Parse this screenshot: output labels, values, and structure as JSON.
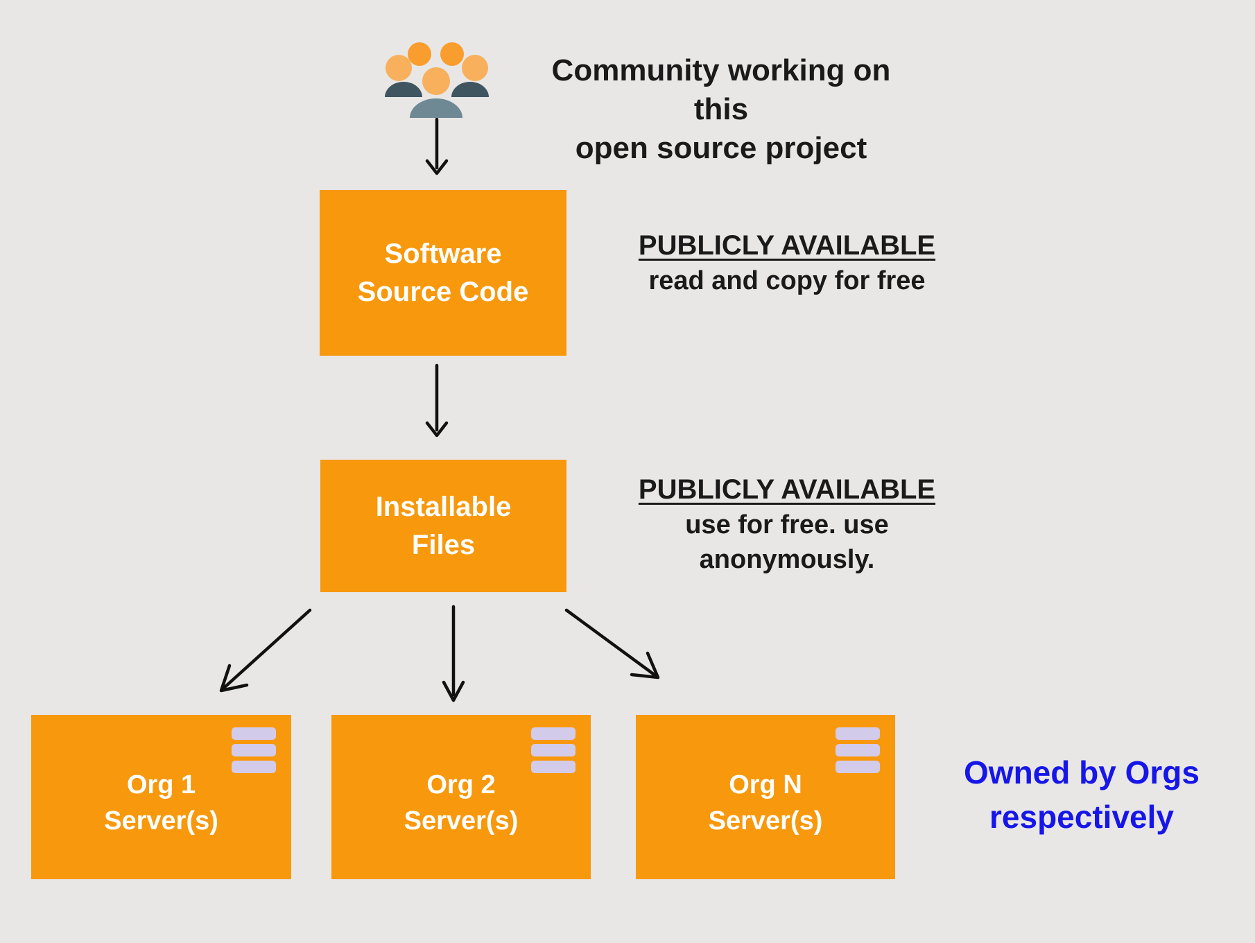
{
  "colors": {
    "bg": "#E8E7E6",
    "orange": "#F8980C",
    "text-dark": "#1A1A1A",
    "white": "#FFFFFF",
    "blue": "#1716E8",
    "server-bar": "#D3CBEA",
    "head-dark": "#F99D2E",
    "head-light": "#F8B05C",
    "body-dark": "#3F5560",
    "body-light": "#6E8894",
    "arrow": "#111111"
  },
  "header": {
    "line1": "Community working on this",
    "line2": "open source project"
  },
  "flow": {
    "source_box": {
      "line1": "Software",
      "line2": "Source Code"
    },
    "source_note": {
      "heading": "PUBLICLY AVAILABLE",
      "body": "read and copy for free"
    },
    "files_box": {
      "line1": "Installable",
      "line2": "Files"
    },
    "files_note": {
      "heading": "PUBLICLY AVAILABLE",
      "body_line1": "use for free. use",
      "body_line2": "anonymously."
    }
  },
  "servers": {
    "boxes": [
      {
        "line1": "Org 1",
        "line2": "Server(s)"
      },
      {
        "line1": "Org 2",
        "line2": "Server(s)"
      },
      {
        "line1": "Org N",
        "line2": "Server(s)"
      }
    ],
    "note": {
      "line1": "Owned by Orgs",
      "line2": "respectively"
    }
  }
}
